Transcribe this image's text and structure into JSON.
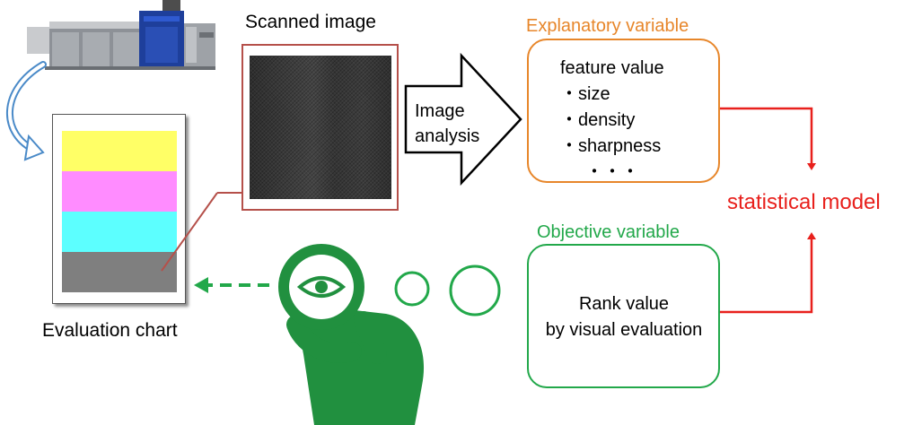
{
  "labels": {
    "scanned_image": "Scanned image",
    "evaluation_chart": "Evaluation chart",
    "explanatory_variable": "Explanatory variable",
    "objective_variable": "Objective variable",
    "statistical_model": "statistical model",
    "image_analysis_line1": "Image",
    "image_analysis_line2": "analysis"
  },
  "explanatory_box": {
    "heading": "feature value",
    "items": [
      "・size",
      "・density",
      "・sharpness"
    ],
    "ellipsis": "・・・"
  },
  "objective_box": {
    "line1": "Rank value",
    "line2": "by visual evaluation"
  },
  "colors": {
    "explanatory": "#e7862a",
    "objective": "#22a84a",
    "statistical": "#e8201c",
    "person": "#21903f",
    "stripe_yellow": "#ffff66",
    "stripe_magenta": "#ff8cff",
    "stripe_cyan": "#5cffff",
    "stripe_gray": "#7f7f7f",
    "scan_frame": "#b5504a",
    "curved_arrow": "#4a8ac8"
  },
  "icons": [
    "printer-icon",
    "curved-arrow-icon",
    "person-magnifier-icon",
    "eye-icon",
    "thought-bubble-icon"
  ]
}
